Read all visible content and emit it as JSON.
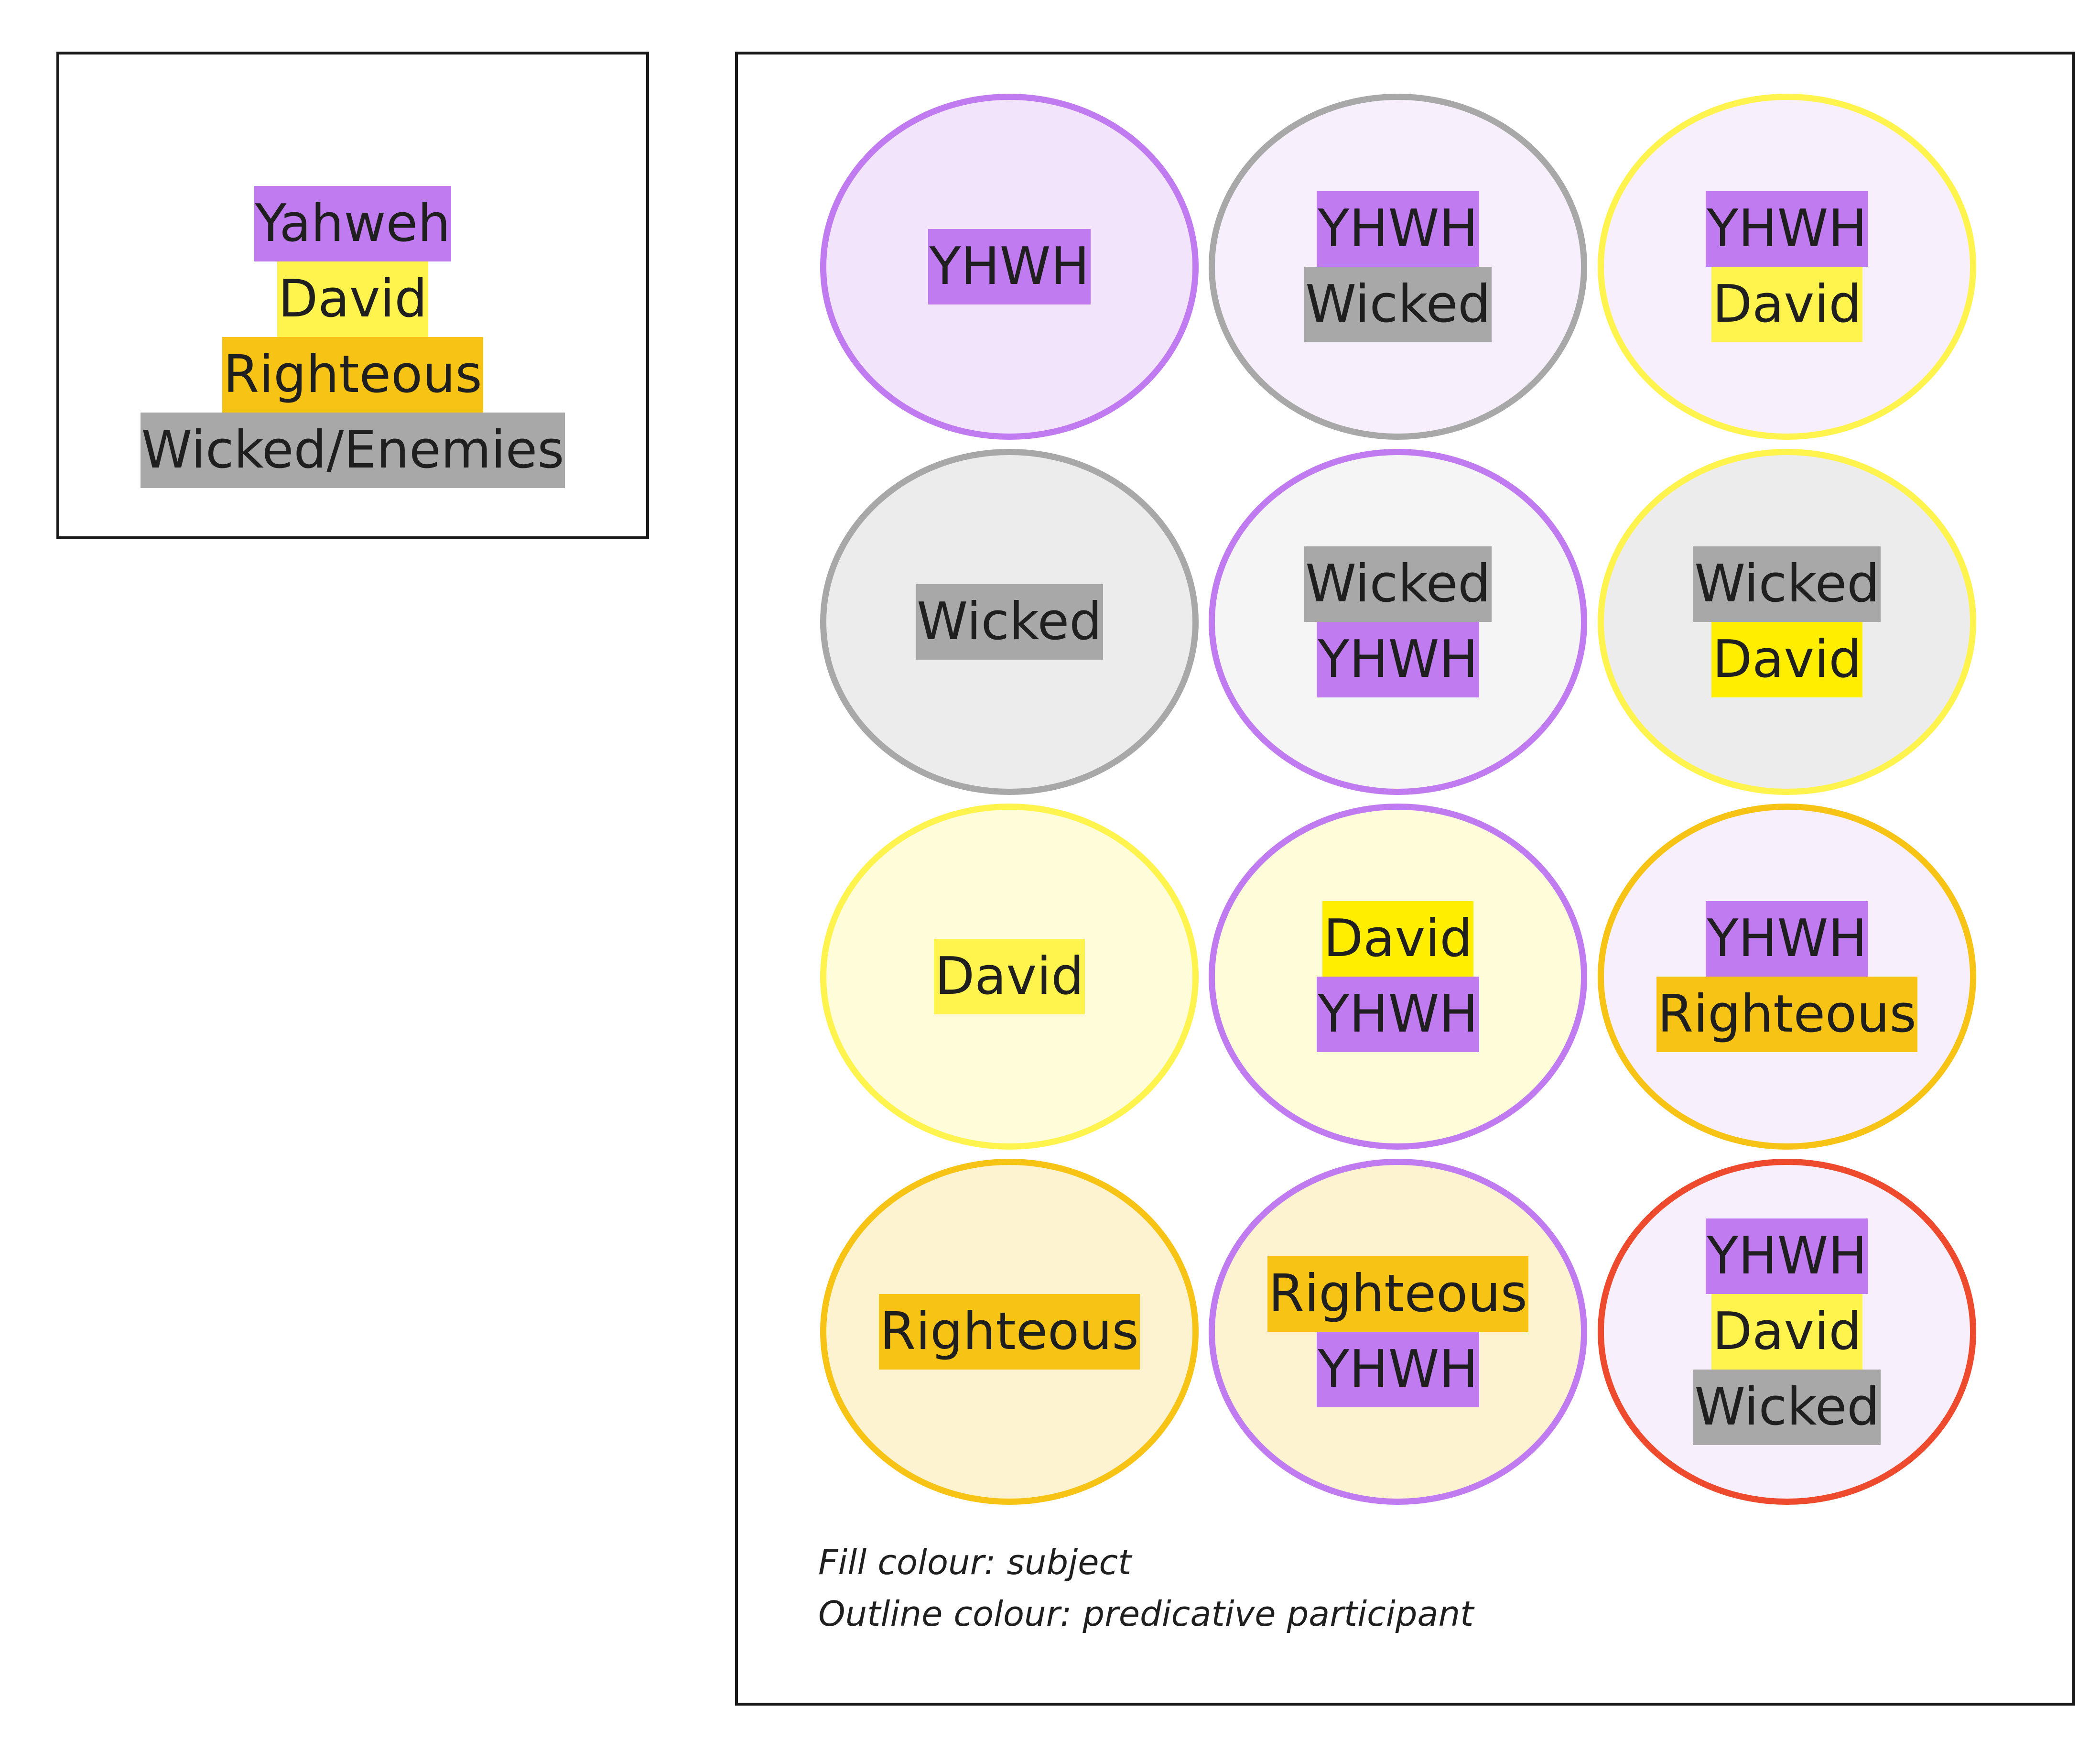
{
  "colors": {
    "yhwh": "#c17bf0",
    "david_light": "#fff34d",
    "david_bright": "#ffee00",
    "righteous": "#f7c415",
    "wicked": "#a8a8a8",
    "red_outline": "#ee4a2e",
    "text": "#1f1f1f"
  },
  "legend": {
    "items": [
      {
        "label": "Yahweh",
        "color": "#c17bf0"
      },
      {
        "label": "David",
        "color": "#fff34d"
      },
      {
        "label": "Righteous",
        "color": "#f7c415"
      },
      {
        "label": "Wicked/Enemies",
        "color": "#a8a8a8"
      }
    ]
  },
  "circles": [
    {
      "fill": "#f1e4fb",
      "outline": "#c17bf0",
      "labels": [
        {
          "text": "YHWH",
          "bg": "#c17bf0"
        }
      ]
    },
    {
      "fill": "#f7f0fc",
      "outline": "#a8a8a8",
      "labels": [
        {
          "text": "YHWH",
          "bg": "#c17bf0"
        },
        {
          "text": "Wicked",
          "bg": "#a8a8a8"
        }
      ]
    },
    {
      "fill": "#f7f0fc",
      "outline": "#fff34d",
      "labels": [
        {
          "text": "YHWH",
          "bg": "#c17bf0"
        },
        {
          "text": "David",
          "bg": "#fff34d"
        }
      ]
    },
    {
      "fill": "#ececec",
      "outline": "#a8a8a8",
      "labels": [
        {
          "text": "Wicked",
          "bg": "#a8a8a8"
        }
      ]
    },
    {
      "fill": "#f5f5f5",
      "outline": "#c17bf0",
      "labels": [
        {
          "text": "Wicked",
          "bg": "#a8a8a8"
        },
        {
          "text": "YHWH",
          "bg": "#c17bf0"
        }
      ]
    },
    {
      "fill": "#ececec",
      "outline": "#fff34d",
      "labels": [
        {
          "text": "Wicked",
          "bg": "#a8a8a8"
        },
        {
          "text": "David",
          "bg": "#ffee00"
        }
      ]
    },
    {
      "fill": "#fefcd9",
      "outline": "#fff34d",
      "labels": [
        {
          "text": "David",
          "bg": "#fff34d"
        }
      ]
    },
    {
      "fill": "#fefcd9",
      "outline": "#c17bf0",
      "labels": [
        {
          "text": "David",
          "bg": "#ffee00"
        },
        {
          "text": "YHWH",
          "bg": "#c17bf0"
        }
      ]
    },
    {
      "fill": "#f7f0fc",
      "outline": "#f7c415",
      "labels": [
        {
          "text": "YHWH",
          "bg": "#c17bf0"
        },
        {
          "text": "Righteous",
          "bg": "#f7c415"
        }
      ]
    },
    {
      "fill": "#fdf3d0",
      "outline": "#f7c415",
      "labels": [
        {
          "text": "Righteous",
          "bg": "#f7c415"
        }
      ]
    },
    {
      "fill": "#fdf3d0",
      "outline": "#c17bf0",
      "labels": [
        {
          "text": "Righteous",
          "bg": "#f7c415"
        },
        {
          "text": "YHWH",
          "bg": "#c17bf0"
        }
      ]
    },
    {
      "fill": "#f7f0fc",
      "outline": "#ee4a2e",
      "labels": [
        {
          "text": "YHWH",
          "bg": "#c17bf0"
        },
        {
          "text": "David",
          "bg": "#fff34d"
        },
        {
          "text": "Wicked",
          "bg": "#a8a8a8"
        }
      ]
    }
  ],
  "notes": {
    "line1": "Fill colour: subject",
    "line2": "Outline colour: predicative participant"
  }
}
